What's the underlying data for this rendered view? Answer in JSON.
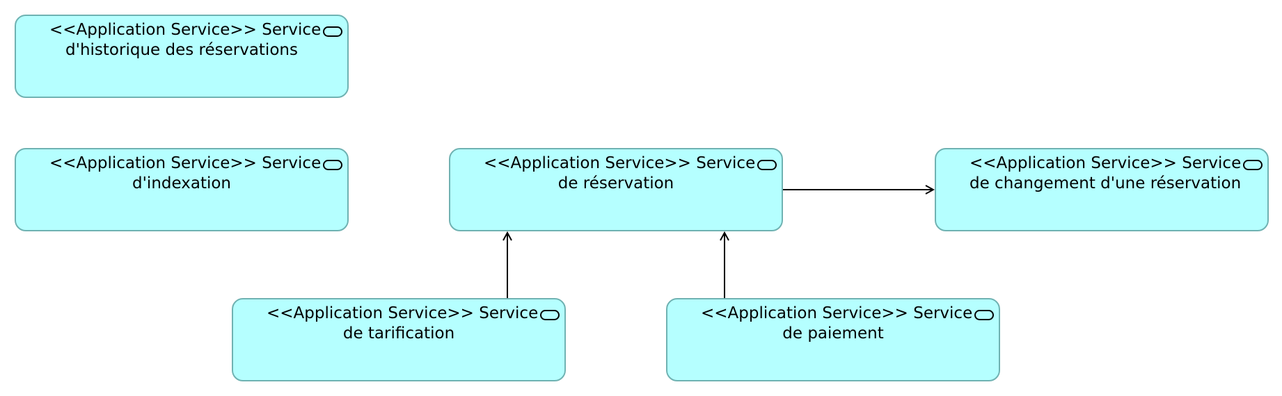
{
  "diagram": {
    "colors": {
      "node_fill": "#b5ffff",
      "node_border": "#6fb2b2",
      "edge": "#000000"
    },
    "nodes": [
      {
        "id": "historique",
        "line1": "<<Application Service>> Service",
        "line2": "d'historique des réservations",
        "icon": "service-icon"
      },
      {
        "id": "indexation",
        "line1": "<<Application Service>> Service",
        "line2": "d'indexation",
        "icon": "service-icon"
      },
      {
        "id": "reservation",
        "line1": "<<Application Service>> Service",
        "line2": "de réservation",
        "icon": "service-icon"
      },
      {
        "id": "changement",
        "line1": "<<Application Service>> Service",
        "line2": "de changement d'une réservation",
        "icon": "service-icon"
      },
      {
        "id": "tarification",
        "line1": "<<Application Service>> Service",
        "line2": "de tarification",
        "icon": "service-icon"
      },
      {
        "id": "paiement",
        "line1": "<<Application Service>> Service",
        "line2": "de paiement",
        "icon": "service-icon"
      }
    ],
    "edges": [
      {
        "from": "reservation",
        "to": "changement",
        "type": "directed"
      },
      {
        "from": "tarification",
        "to": "reservation",
        "type": "directed"
      },
      {
        "from": "paiement",
        "to": "reservation",
        "type": "directed"
      }
    ]
  }
}
